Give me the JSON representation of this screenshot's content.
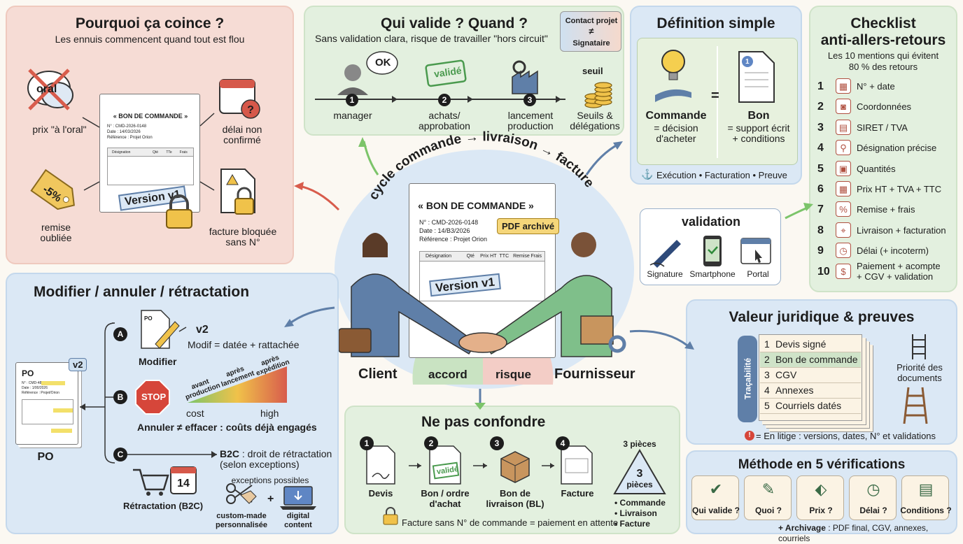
{
  "p1": {
    "title": "Pourquoi ça coince ?",
    "subtitle": "Les ennuis commencent quand tout est flou",
    "oral": "oral",
    "prix": "prix \"à l'oral\"",
    "remise_tag": "-5%",
    "remise": "remise\noubliée",
    "delai": "délai non\nconfirmé",
    "facture": "facture bloquée\nsans N°",
    "bc_title": "« BON DE COMMANDE »",
    "bc_l1": "N° : CMD-2026-0148",
    "bc_l2": "Date : 14/03/2026",
    "bc_l3": "Référence : Projet Orion",
    "bc_cols": [
      "Désignation",
      "Qté",
      "TTe",
      "Frais"
    ],
    "version": "Version v1"
  },
  "p2": {
    "title": "Qui valide ? Quand ?",
    "subtitle": "Sans validation clara, risque de travailler \"hors circuit\"",
    "contact1": "Contact projet",
    "contact2": "≠",
    "contact3": "Signataire",
    "ok": "OK",
    "valide": "validé",
    "steps": [
      {
        "n": "1",
        "label": "manager"
      },
      {
        "n": "2",
        "label": "achats/\napprobation"
      },
      {
        "n": "3",
        "label": "lancement\nproduction"
      }
    ],
    "seuil": "seuil",
    "seuils": "Seuils &\ndélégations"
  },
  "p3": {
    "title": "Définition simple",
    "commande": "Commande",
    "commande_d": "= décision\nd'acheter",
    "eq": "=",
    "bon": "Bon",
    "bon_d": "= support écrit\n+ conditions",
    "footer": "Exécution • Facturation • Preuve",
    "num": "1"
  },
  "p4": {
    "title": "Checklist\nanti-allers-retours",
    "subtitle": "Les 10 mentions qui évitent\n80 % des retours",
    "items": [
      {
        "n": "1",
        "label": "N° + date"
      },
      {
        "n": "2",
        "label": "Coordonnées"
      },
      {
        "n": "3",
        "label": "SIRET / TVA"
      },
      {
        "n": "4",
        "label": "Désignation précise"
      },
      {
        "n": "5",
        "label": "Quantités"
      },
      {
        "n": "6",
        "label": "Prix HT + TVA + TTC"
      },
      {
        "n": "7",
        "label": "Remise + frais"
      },
      {
        "n": "8",
        "label": "Livraison + facturation"
      },
      {
        "n": "9",
        "label": "Délai (+ incoterm)"
      },
      {
        "n": "10",
        "label": "Paiement + acompte\n+ CGV + validation"
      }
    ]
  },
  "center": {
    "arc": "cycle commande → livraison → facture",
    "bc_title": "« BON DE COMMANDE »",
    "bc_l1": "N° : CMD-2026-0148",
    "bc_l2": "Date : 14/B3/2026",
    "bc_l3": "Référence : Projet Orion",
    "cols": [
      "Désignation",
      "Qté",
      "Prix HT",
      "TTC",
      "Remise",
      "Frais"
    ],
    "pdf": "PDF archivé",
    "version": "Version v1",
    "client": "Client",
    "accord": "accord",
    "risque": "risque",
    "fournisseur": "Fournisseur"
  },
  "validation": {
    "title": "validation",
    "items": [
      "Signature",
      "Smartphone",
      "Portal"
    ]
  },
  "p5": {
    "title": "Modifier / annuler / rétractation",
    "po": "PO",
    "v2badge": "v2",
    "po_l1": "N° : CMD-4850LE MG",
    "po_l2": "Date : 1/00/2026",
    "po_l3": "Référence : Projet/Orion",
    "a": "A",
    "b": "B",
    "c": "C",
    "small_po": "PO",
    "v2": "v2",
    "modif": "Modif = datée + rattachée",
    "modifier": "Modifier",
    "stop": "STOP",
    "avant": "avant\nproduction",
    "apres_l": "après\nlancement",
    "apres_e": "après\nexpédition",
    "cost": "cost",
    "high": "high",
    "annuler": "Annuler ≠ effacer : coûts déjà engagés",
    "b2c": "B2C",
    "b2c_t": " : droit de rétractation\n(selon exceptions)",
    "cal": "14",
    "retract": "Rétractation (B2C)",
    "exceptions": "exceptions possibles",
    "custom": "custom-made\npersonnalisée",
    "plus": "+",
    "digital": "digital\ncontent"
  },
  "p6": {
    "title": "Ne pas confondre",
    "steps": [
      {
        "n": "1",
        "label": "Devis"
      },
      {
        "n": "2",
        "label": "Bon / ordre\nd'achat"
      },
      {
        "n": "3",
        "label": "Bon de\nlivraison (BL)"
      },
      {
        "n": "4",
        "label": "Facture"
      }
    ],
    "valide": "validé",
    "pieces": "3 pièces",
    "tri_n": "3",
    "tri_l": "pièces",
    "list": "• Commande\n• Livraison\n• Facture",
    "footer": "Facture sans N° de commande = paiement en attente"
  },
  "p7": {
    "title": "Valeur juridique & preuves",
    "trace": "Traçabilité",
    "items": [
      {
        "n": "1",
        "label": "Devis signé"
      },
      {
        "n": "2",
        "label": "Bon de commande"
      },
      {
        "n": "3",
        "label": "CGV"
      },
      {
        "n": "4",
        "label": "Annexes"
      },
      {
        "n": "5",
        "label": "Courriels datés"
      }
    ],
    "prio": "Priorité des\ndocuments",
    "footer": "= En litige : versions, dates, N° et validations",
    "warn": "!"
  },
  "p8": {
    "title": "Méthode en 5 vérifications",
    "items": [
      "Qui valide ?",
      "Quoi ?",
      "Prix ?",
      "Délai ?",
      "Conditions ?"
    ],
    "footer_b": "+ Archivage",
    "footer": " : PDF final, CGV, annexes, courriels"
  }
}
